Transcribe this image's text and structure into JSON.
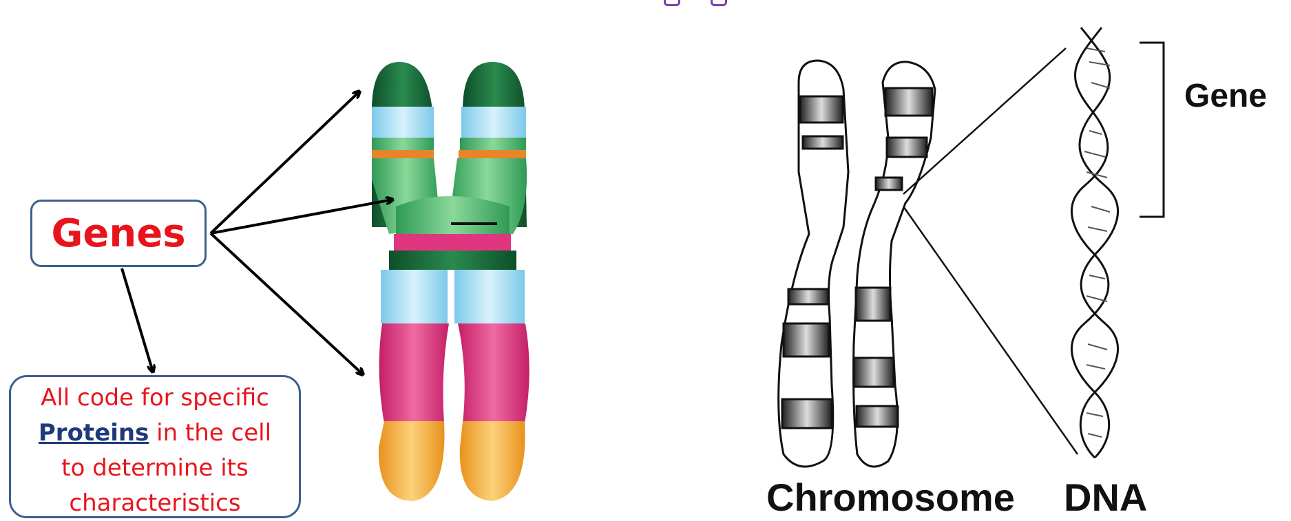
{
  "left_panel": {
    "genes_label": "Genes",
    "description": {
      "line1": "All code for specific",
      "line2_keyword": "Proteins",
      "line2_rest": " in the cell",
      "line3": "to determine its",
      "line4": "characteristics"
    }
  },
  "right_panel": {
    "gene_label": "Gene",
    "chromosome_label": "Chromosome",
    "dna_label": "DNA"
  },
  "colors": {
    "genes_text": "#e8141c",
    "box_border": "#3d5f8f",
    "keyword": "#1f3a7a",
    "chromosome_green_dark": "#1a6b3a",
    "chromosome_green": "#4dbb6a",
    "chromosome_blue": "#a8dff5",
    "chromosome_orange": "#e8842a",
    "chromosome_pink": "#e0357f",
    "chromosome_yellow": "#f5b43a"
  }
}
